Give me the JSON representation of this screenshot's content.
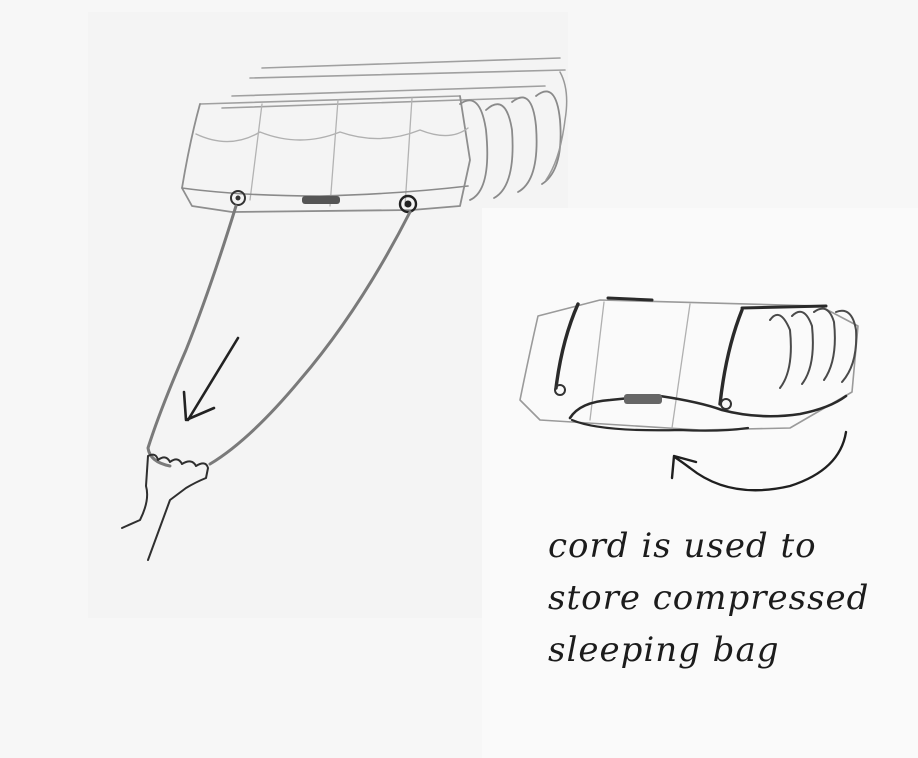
{
  "caption": {
    "line1": "cord is used to",
    "line2": "store compressed",
    "line3": "sleeping bag"
  },
  "colors": {
    "background": "#f7f7f7",
    "pencil_light": "#9a9a9a",
    "pencil_dark": "#2a2a2a"
  }
}
